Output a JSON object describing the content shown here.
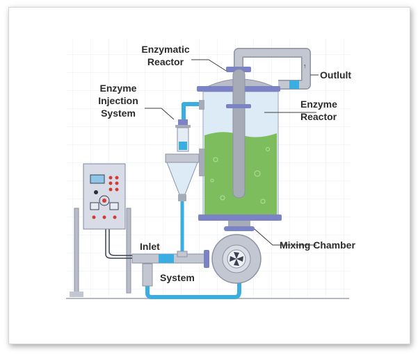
{
  "labels": {
    "enzymatic_reactor": [
      "Enzymatic",
      "Reactor"
    ],
    "injection_system": [
      "Enzyme",
      "Injection",
      "System"
    ],
    "outlet": "Outlult",
    "enzyme_reactor": [
      "Enzyme",
      "Reactor"
    ],
    "mixing_chamber": "Mixing Chamber",
    "inlet": "Inlet",
    "system": "System"
  },
  "colors": {
    "pipe": "#b9bdc9",
    "water": "#3aaee0",
    "liquid": "#7dbd5e",
    "flange": "#7b83c4",
    "glass": "#dcebf5",
    "button": "#d63a34"
  }
}
